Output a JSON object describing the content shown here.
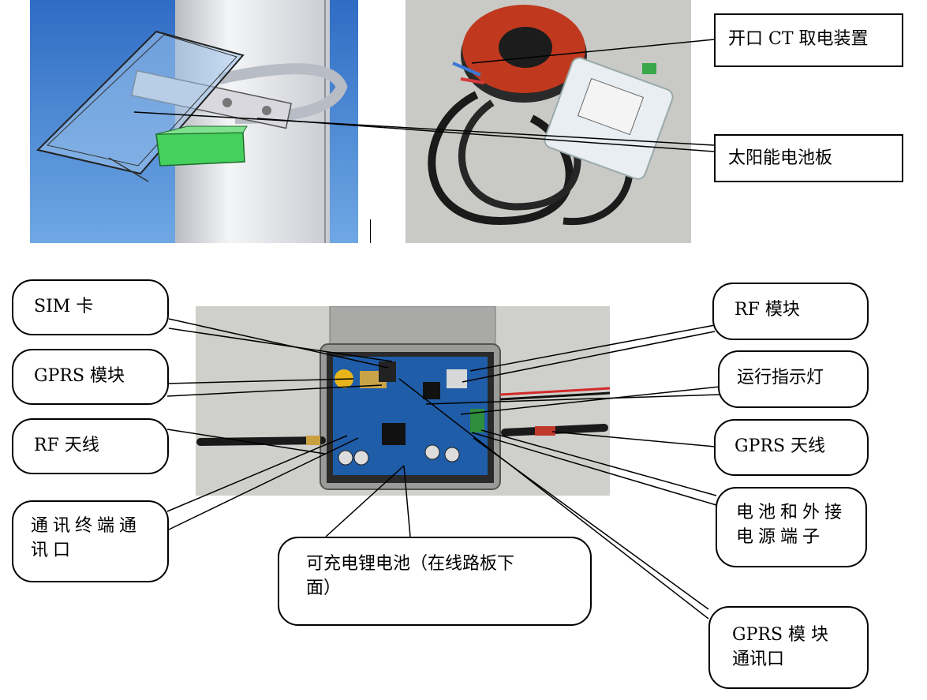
{
  "top_labels": {
    "ct_device": "开口 CT 取电装置",
    "solar_panel": "太阳能电池板"
  },
  "bottom_labels": {
    "sim_card": "SIM 卡",
    "gprs_module": "GPRS 模块",
    "rf_antenna": "RF 天线",
    "terminal_port": "通讯终端通\n讯口",
    "li_battery": "可充电锂电池（在线路板下\n面）",
    "rf_module": "RF 模块",
    "run_indicator": "运行指示灯",
    "gprs_antenna": "GPRS 天线",
    "battery_terminal": "电池和外接\n电源端子",
    "gprs_port": "GPRS  模 块\n通讯口"
  },
  "colors": {
    "sky_blue": "#3f7fd0",
    "pcb_blue": "#1f5da8",
    "module_green": "#3fcf5a",
    "ct_red": "#c0391e",
    "enclosure_gray": "#9a9a98"
  }
}
